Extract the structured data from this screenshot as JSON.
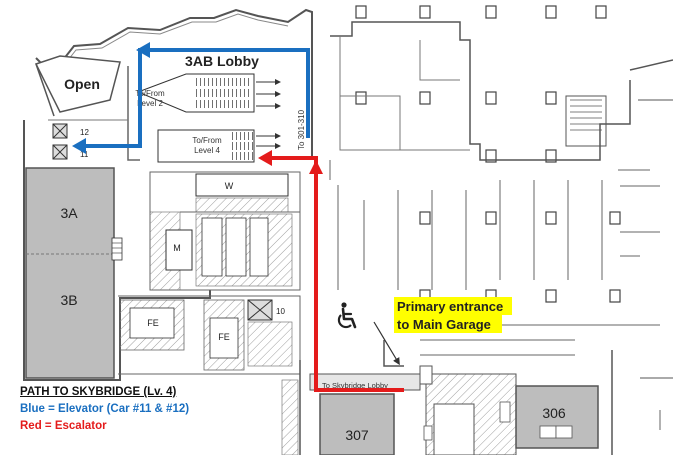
{
  "areas": {
    "lobby": "3AB Lobby",
    "open": "Open",
    "hall_3a": "3A",
    "hall_3b": "3B",
    "room_306": "306",
    "room_307": "307",
    "fe": "FE",
    "w": "W",
    "m": "M"
  },
  "escalator_labels": {
    "to_from_level2": "To/From Level 2",
    "to_from_level4": "To/From Level 4",
    "to_rooms": "To 301-310"
  },
  "elevators": {
    "car_12": "12",
    "car_11": "11",
    "car_10": "10"
  },
  "corridor_label": "To Skybridge Lobby",
  "callout": {
    "line1": "Primary entrance",
    "line2": "to Main Garage",
    "highlight_color": "#ffff00"
  },
  "accessible_icon": "wheelchair-icon",
  "legend": {
    "title": "PATH TO SKYBRIDGE (Lv. 4)",
    "blue": "Blue = Elevator (Car #11 & #12)",
    "red": "Red = Escalator"
  },
  "colors": {
    "elevator_route": "#1a6fc0",
    "escalator_route": "#e41b1b",
    "hall_fill": "#bdbdbd",
    "wall": "#555555"
  }
}
